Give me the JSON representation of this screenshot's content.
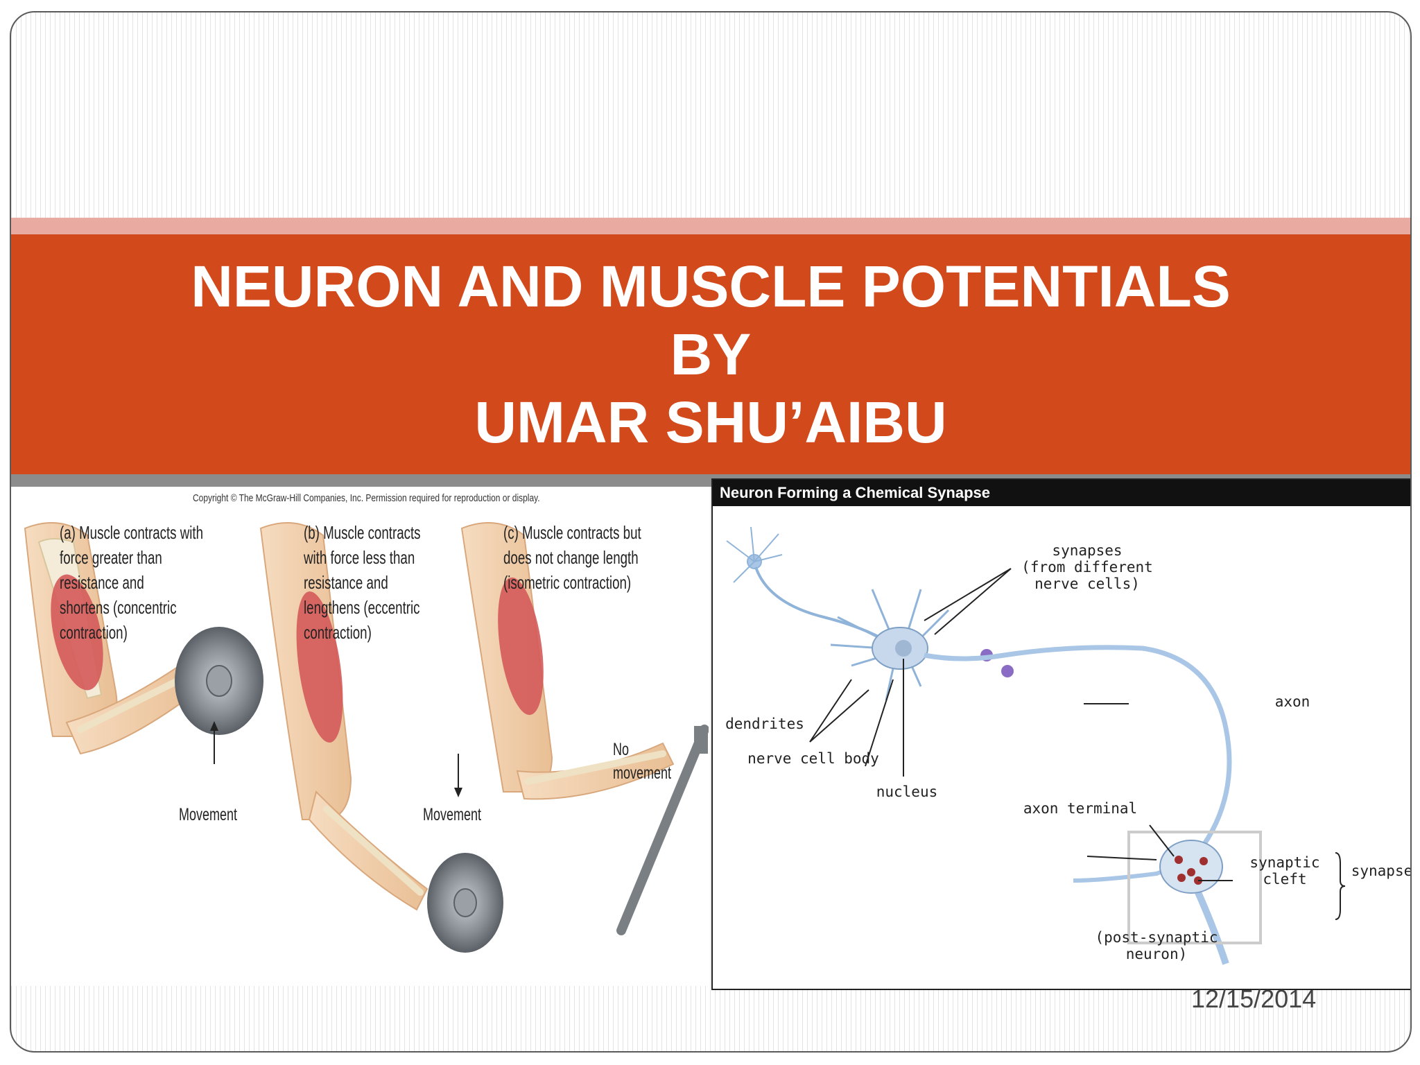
{
  "slide": {
    "title_lines": [
      "NEURON AND MUSCLE POTENTIALS",
      "BY",
      "UMAR SHU’AIBU"
    ],
    "date": "12/15/2014",
    "colors": {
      "band": "#d2491b",
      "accent_top": "#e8aaa1",
      "accent_bottom": "#8c8c8c",
      "title_text": "#ffffff"
    }
  },
  "muscle_figure": {
    "copyright": "Copyright © The McGraw-Hill Companies, Inc. Permission required for reproduction or display.",
    "panels": [
      {
        "caption": "(a) Muscle contracts with\nforce greater than\nresistance and\nshortens (concentric\ncontraction)",
        "movement_label": "Movement"
      },
      {
        "caption": "(b) Muscle contracts\nwith force less than\nresistance and\nlengthens (eccentric\ncontraction)",
        "movement_label": "Movement"
      },
      {
        "caption": "(c) Muscle contracts but\ndoes not change length\n(isometric contraction)",
        "movement_label": "No\nmovement"
      }
    ]
  },
  "synapse_figure": {
    "header": "Neuron Forming a Chemical Synapse",
    "labels": {
      "synapses": "synapses\n(from different\nnerve cells)",
      "axon": "axon",
      "dendrites": "dendrites",
      "nerve_cell_body": "nerve cell body",
      "nucleus": "nucleus",
      "axon_terminal": "axon terminal",
      "synaptic_cleft": "synaptic\ncleft",
      "synapse": "synapse",
      "post_synaptic_neuron": "(post-synaptic\nneuron)"
    }
  }
}
